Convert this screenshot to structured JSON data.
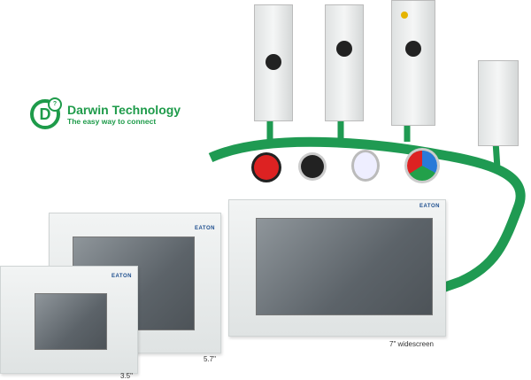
{
  "brand": {
    "name": "Darwin Technology",
    "tagline": "The easy way to connect",
    "mark": "D",
    "color": "#1e9b4a"
  },
  "panels": [
    {
      "size_label": "3.5\"",
      "maker": "EATON"
    },
    {
      "size_label": "5.7\"",
      "maker": "EATON"
    },
    {
      "size_label": "7\" widescreen",
      "maker": "EATON"
    }
  ],
  "ribbon_color": "#1f9a52"
}
